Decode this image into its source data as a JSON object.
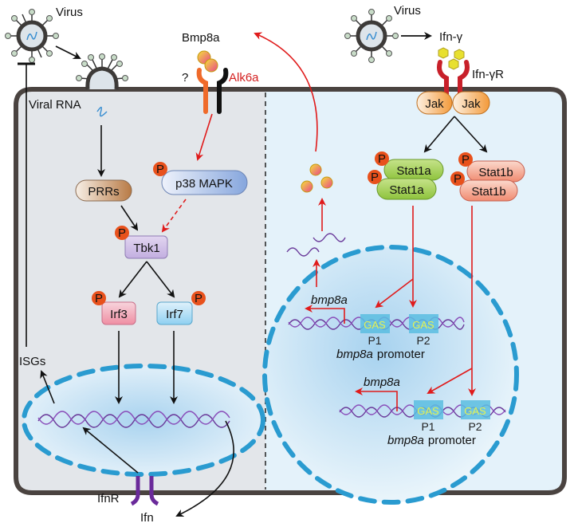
{
  "diagram": {
    "left_panel": {
      "virus_label": "Virus",
      "viral_rna_label": "Viral RNA",
      "bmp8a_label": "Bmp8a",
      "unknown_receptor_label": "?",
      "alk6a_label": "Alk6a",
      "prrs_label": "PRRs",
      "p38_label": "p38 MAPK",
      "tbk1_label": "Tbk1",
      "irf3_label": "Irf3",
      "irf7_label": "Irf7",
      "isgs_label": "ISGs",
      "ifnr_label": "IfnR",
      "ifn_label": "Ifn",
      "phospho_label": "P"
    },
    "right_panel": {
      "virus_label": "Virus",
      "ifn_gamma_label": "Ifn-γ",
      "ifn_gamma_r_label": "Ifn-γR",
      "jak_left_label": "Jak",
      "jak_right_label": "Jak",
      "stat1a_label": "Stat1a",
      "stat1b_label": "Stat1b",
      "gene_label": "bmp8a",
      "gas_label": "GAS",
      "p1_label": "P1",
      "p2_label": "P2",
      "promoter_label": "promoter",
      "promoter_gene_label": "bmp8a"
    },
    "colors": {
      "membrane": "#4a4340",
      "left_cytoplasm": "#e3e6ea",
      "right_cytoplasm": "#e4f2fa",
      "nucleus_dash": "#2a9bd0",
      "red_arrow": "#e01b1b",
      "phospho": "#e8511c"
    }
  }
}
